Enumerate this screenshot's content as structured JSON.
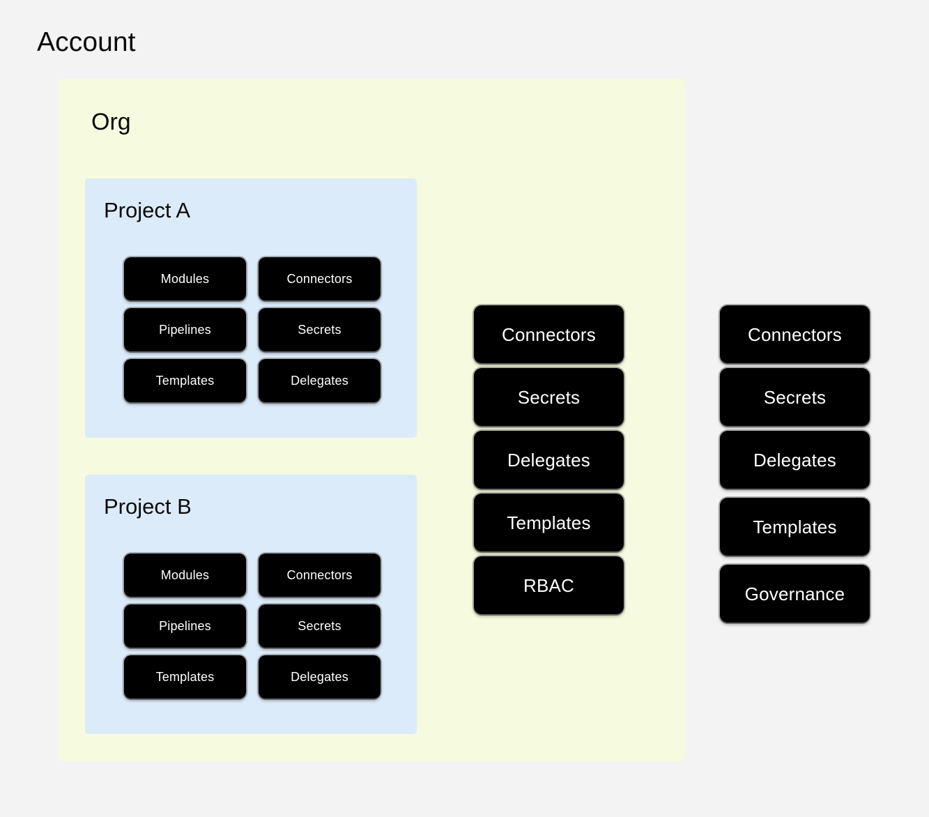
{
  "diagram": {
    "account": {
      "title": "Account"
    },
    "org": {
      "title": "Org"
    },
    "projects": [
      {
        "title": "Project A",
        "resources": [
          "Modules",
          "Connectors",
          "Pipelines",
          "Secrets",
          "Templates",
          "Delegates"
        ]
      },
      {
        "title": "Project B",
        "resources": [
          "Modules",
          "Connectors",
          "Pipelines",
          "Secrets",
          "Templates",
          "Delegates"
        ]
      }
    ],
    "org_scope_resources": [
      "Connectors",
      "Secrets",
      "Delegates",
      "Templates",
      "RBAC"
    ],
    "account_scope_resources": [
      "Connectors",
      "Secrets",
      "Delegates",
      "Templates",
      "Governance"
    ],
    "colors": {
      "page_background": "#f3f3f3",
      "org_background": "#f6fadf",
      "project_background": "#dcebfa",
      "chip_background": "#000000",
      "chip_text": "#ffffff",
      "title_text": "#0a0a0a"
    }
  }
}
